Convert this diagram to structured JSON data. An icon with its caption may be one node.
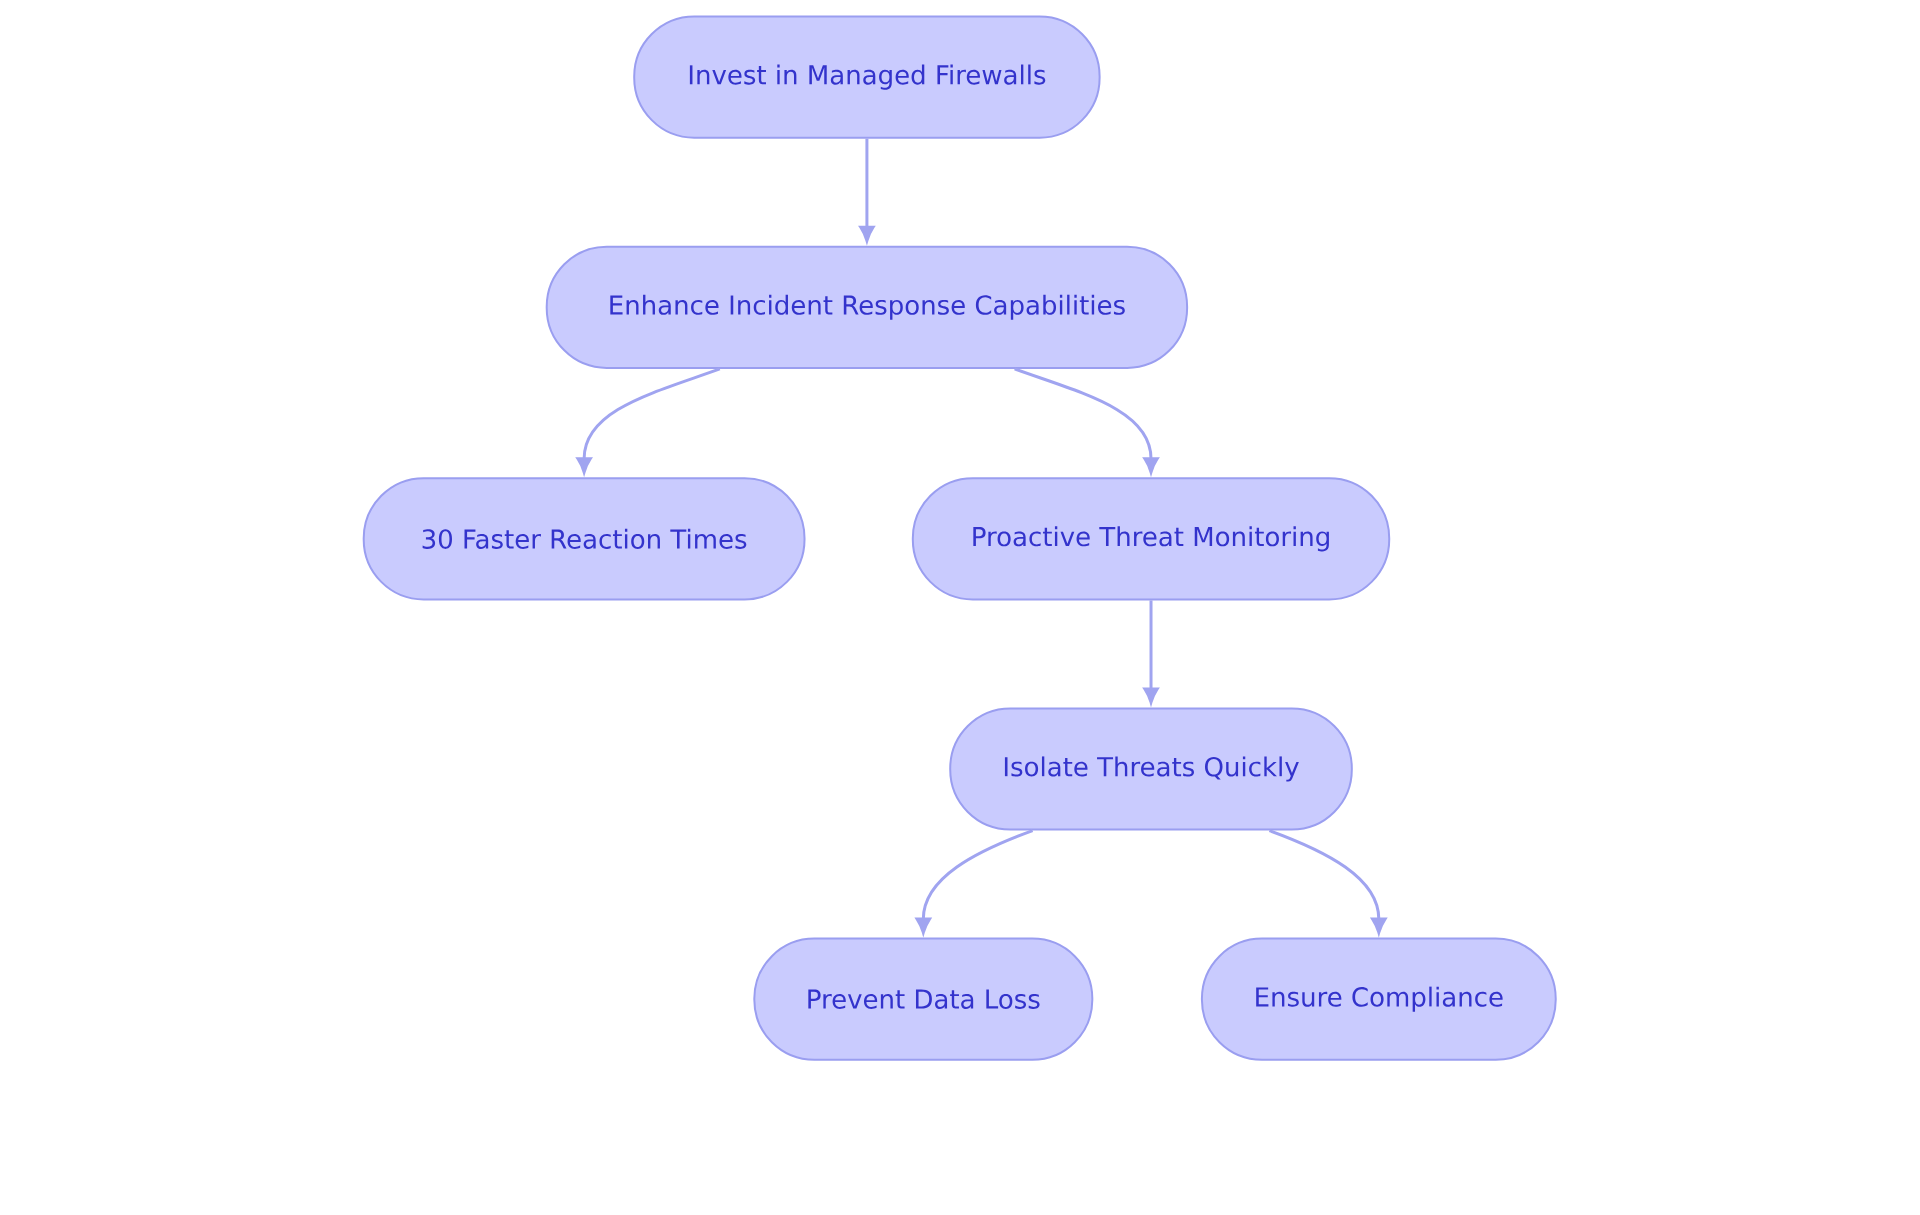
{
  "diagram": {
    "nodes": [
      {
        "text": [
          "Invest in Managed Firewalls"
        ]
      },
      {
        "text": [
          "Enhance Incident Response Capabilities"
        ]
      },
      {
        "text": [
          "30 Faster Reaction Times"
        ]
      },
      {
        "text": [
          "Proactive Threat Monitoring"
        ]
      },
      {
        "text": [
          "Isolate Threats Quickly"
        ]
      },
      {
        "text": [
          "Prevent Data Loss"
        ]
      },
      {
        "text": [
          "Ensure Compliance"
        ]
      }
    ],
    "edges": [
      {
        "from": 0,
        "to": 1,
        "arrow": "to"
      },
      {
        "from": 1,
        "to": 2,
        "arrow": "to"
      },
      {
        "from": 1,
        "to": 3,
        "arrow": "to"
      },
      {
        "from": 3,
        "to": 4,
        "arrow": "to"
      },
      {
        "from": 4,
        "to": 5,
        "arrow": "to"
      },
      {
        "from": 4,
        "to": 6,
        "arrow": "to"
      }
    ]
  }
}
